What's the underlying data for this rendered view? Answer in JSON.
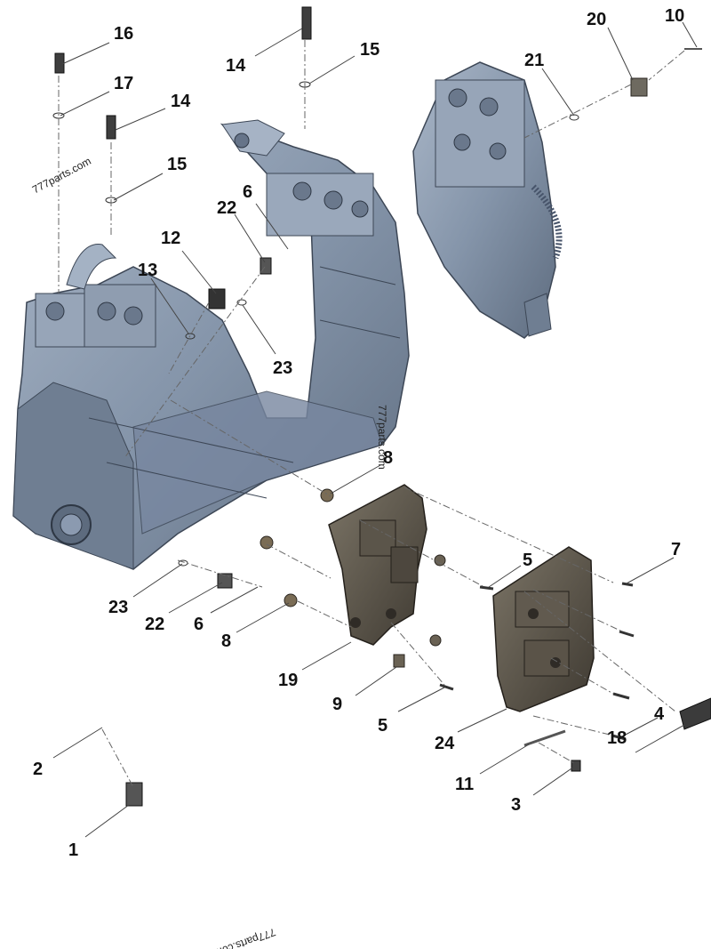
{
  "watermarks": [
    "777parts.com",
    "777parts.com",
    "777parts.com"
  ],
  "callouts": [
    {
      "id": "c16",
      "label": "16"
    },
    {
      "id": "c17",
      "label": "17"
    },
    {
      "id": "c14a",
      "label": "14"
    },
    {
      "id": "c15a",
      "label": "15"
    },
    {
      "id": "c14b",
      "label": "14"
    },
    {
      "id": "c15b",
      "label": "15"
    },
    {
      "id": "c20",
      "label": "20"
    },
    {
      "id": "c10",
      "label": "10"
    },
    {
      "id": "c21",
      "label": "21"
    },
    {
      "id": "c6a",
      "label": "6"
    },
    {
      "id": "c22a",
      "label": "22"
    },
    {
      "id": "c12",
      "label": "12"
    },
    {
      "id": "c13",
      "label": "13"
    },
    {
      "id": "c23a",
      "label": "23"
    },
    {
      "id": "c8a",
      "label": "8"
    },
    {
      "id": "c7",
      "label": "7"
    },
    {
      "id": "c5a",
      "label": "5"
    },
    {
      "id": "c23b",
      "label": "23"
    },
    {
      "id": "c22b",
      "label": "22"
    },
    {
      "id": "c6b",
      "label": "6"
    },
    {
      "id": "c8b",
      "label": "8"
    },
    {
      "id": "c19",
      "label": "19"
    },
    {
      "id": "c9",
      "label": "9"
    },
    {
      "id": "c5b",
      "label": "5"
    },
    {
      "id": "c24",
      "label": "24"
    },
    {
      "id": "c4",
      "label": "4"
    },
    {
      "id": "c18",
      "label": "18"
    },
    {
      "id": "c11",
      "label": "11"
    },
    {
      "id": "c3",
      "label": "3"
    },
    {
      "id": "c2",
      "label": "2"
    },
    {
      "id": "c1",
      "label": "1"
    }
  ]
}
